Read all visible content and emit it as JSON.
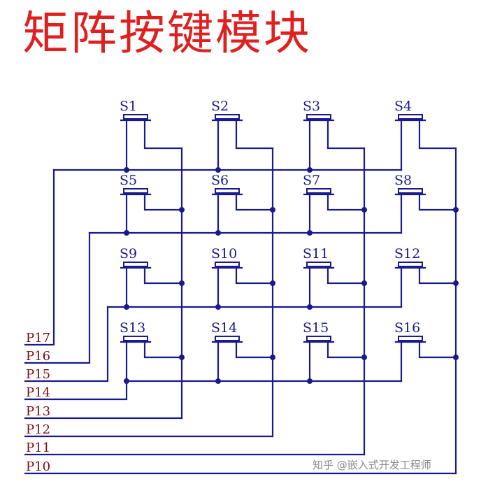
{
  "title": "矩阵按键模块",
  "switches": [
    "S1",
    "S2",
    "S3",
    "S4",
    "S5",
    "S6",
    "S7",
    "S8",
    "S9",
    "S10",
    "S11",
    "S12",
    "S13",
    "S14",
    "S15",
    "S16"
  ],
  "ports": [
    "P17",
    "P16",
    "P15",
    "P14",
    "P13",
    "P12",
    "P11",
    "P10"
  ],
  "watermark": "知乎 @嵌入式开发工程师",
  "colors": {
    "title": "#e02020",
    "wire": "#1a1a8c",
    "port_label": "#7a1010",
    "watermark": "#8a8a8a"
  }
}
